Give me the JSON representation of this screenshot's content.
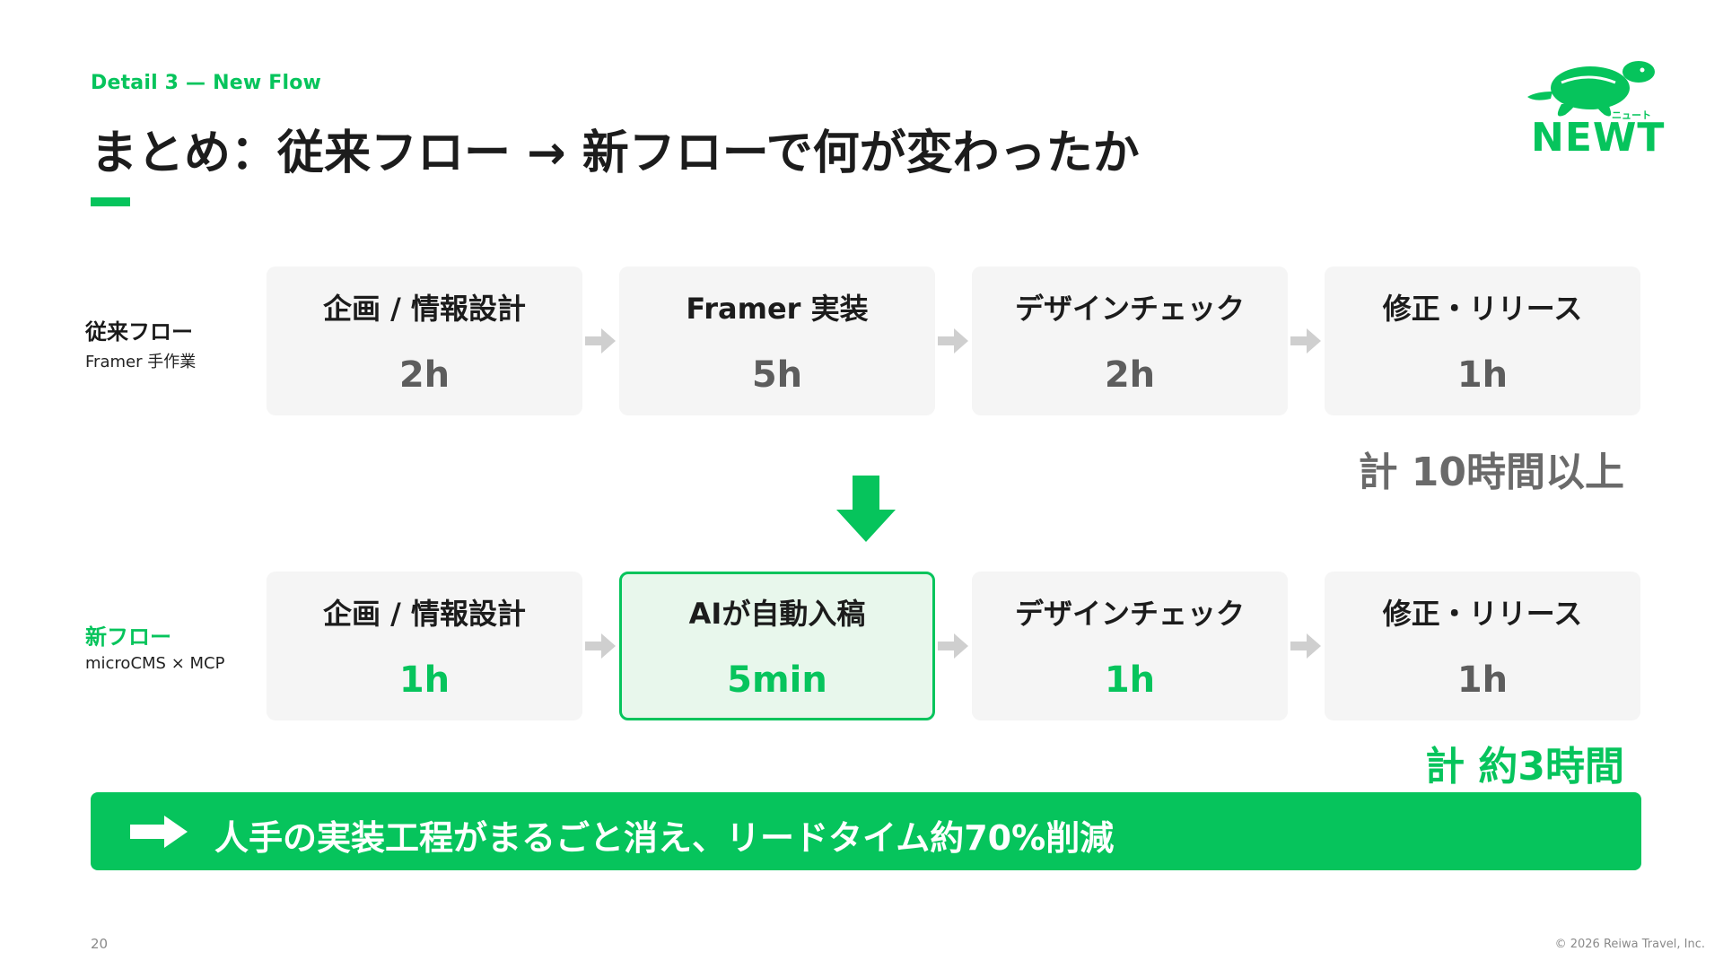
{
  "header": {
    "eyebrow": "Detail 3 — New Flow",
    "title": "まとめ：従来フロー → 新フローで何が変わったか"
  },
  "logo": {
    "icon": "turtle-icon",
    "text": "NEWT",
    "kana": "ニュート",
    "color": "#06c45c"
  },
  "old_flow": {
    "label": "従来フロー",
    "sub": "Framer 手作業",
    "steps": [
      {
        "name": "企画 / 情報設計",
        "time": "2h"
      },
      {
        "name": "Framer 実装",
        "time": "5h"
      },
      {
        "name": "デザインチェック",
        "time": "2h"
      },
      {
        "name": "修正・リリース",
        "time": "1h"
      }
    ],
    "total": "計 10時間以上"
  },
  "new_flow": {
    "label": "新フロー",
    "sub": "microCMS × MCP",
    "steps": [
      {
        "name": "企画 / 情報設計",
        "time": "1h"
      },
      {
        "name": "AIが自動入稿",
        "time": "5min"
      },
      {
        "name": "デザインチェック",
        "time": "1h"
      },
      {
        "name": "修正・リリース",
        "time": "1h"
      }
    ],
    "total": "計 約3時間"
  },
  "banner": {
    "icon": "arrow-right-icon",
    "text": "人手の実装工程がまるごと消え、リードタイム約70%削減"
  },
  "footer": {
    "page_number": "20",
    "copyright": "© 2026 Reiwa Travel, Inc."
  },
  "colors": {
    "accent": "#06c45c",
    "card_bg": "#f5f5f5",
    "highlight_bg": "#e8f7ec",
    "muted_text": "#5d5d5d"
  }
}
